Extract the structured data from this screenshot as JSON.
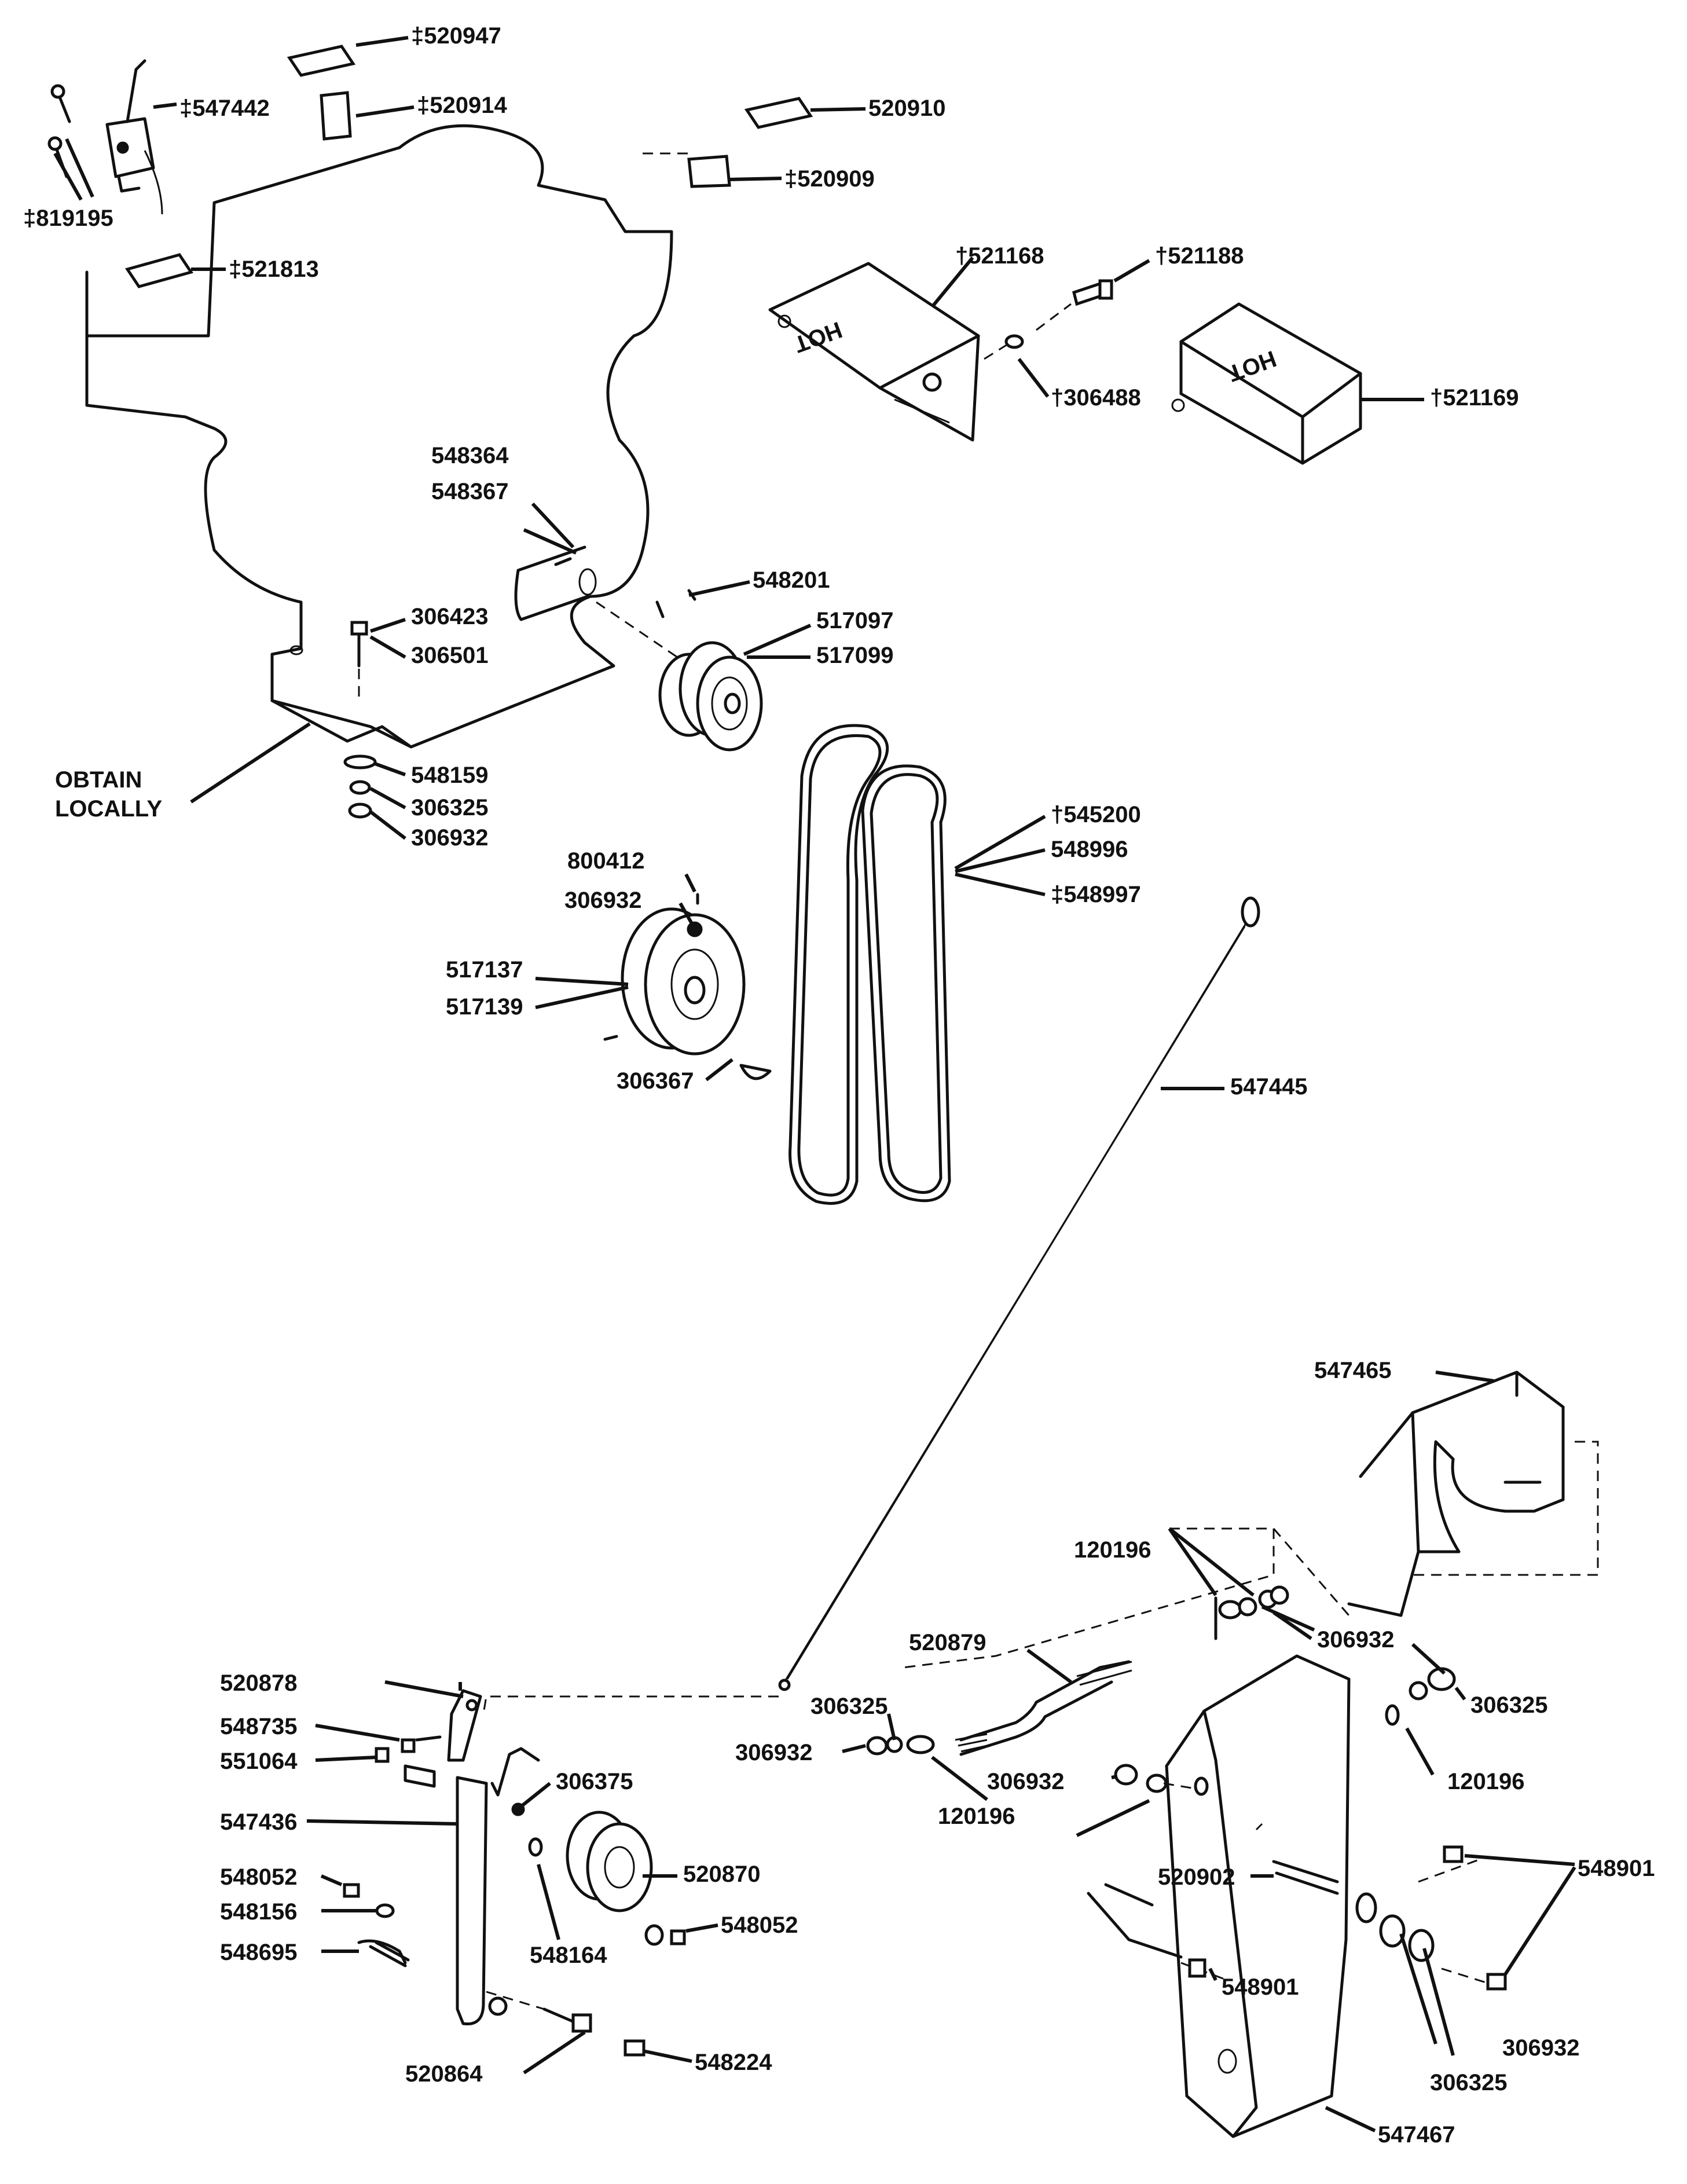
{
  "labels": {
    "l520947": "‡520947",
    "l547442": "‡547442",
    "l520914": "‡520914",
    "l520910": "520910",
    "l520909": "‡520909",
    "l819195": "‡819195",
    "l521813": "‡521813",
    "l521168a": "†521168",
    "l521188": "†521188",
    "l306488": "†306488",
    "l521169": "†521169",
    "l548364": "548364",
    "l548367": "548367",
    "l548201": "548201",
    "l517097": "517097",
    "l517099": "517099",
    "l306423": "306423",
    "l306501": "306501",
    "obtain1": "OBTAIN",
    "obtain2": "LOCALLY",
    "l548159": "548159",
    "l306325a": "306325",
    "l306932a": "306932",
    "l545200": "†545200",
    "l548996": "548996",
    "l548997": "‡548997",
    "l800412": "800412",
    "l306932b": "306932",
    "l517137": "517137",
    "l517139": "517139",
    "l306367": "306367",
    "l547445": "547445",
    "l547465": "547465",
    "l120196a": "120196",
    "l306932c": "306932",
    "l520879": "520879",
    "l306325b": "306325",
    "l306932d": "306932",
    "l120196b": "120196",
    "l306932e": "306932",
    "l306325c": "306325",
    "l120196c": "120196",
    "l520878": "520878",
    "l548735": "548735",
    "l551064": "551064",
    "l306375": "306375",
    "l547436": "547436",
    "l520870": "520870",
    "l548052a": "548052",
    "l548156": "548156",
    "l548695": "548695",
    "l548164": "548164",
    "l548052b": "548052",
    "l520902": "520902",
    "l548901a": "548901",
    "l548901b": "548901",
    "l306932f": "306932",
    "l306325d": "306325",
    "l520864": "520864",
    "l548224": "548224",
    "l547467": "547467"
  },
  "decal_text": {
    "hot1": "HOT",
    "hot2": "HOT"
  }
}
